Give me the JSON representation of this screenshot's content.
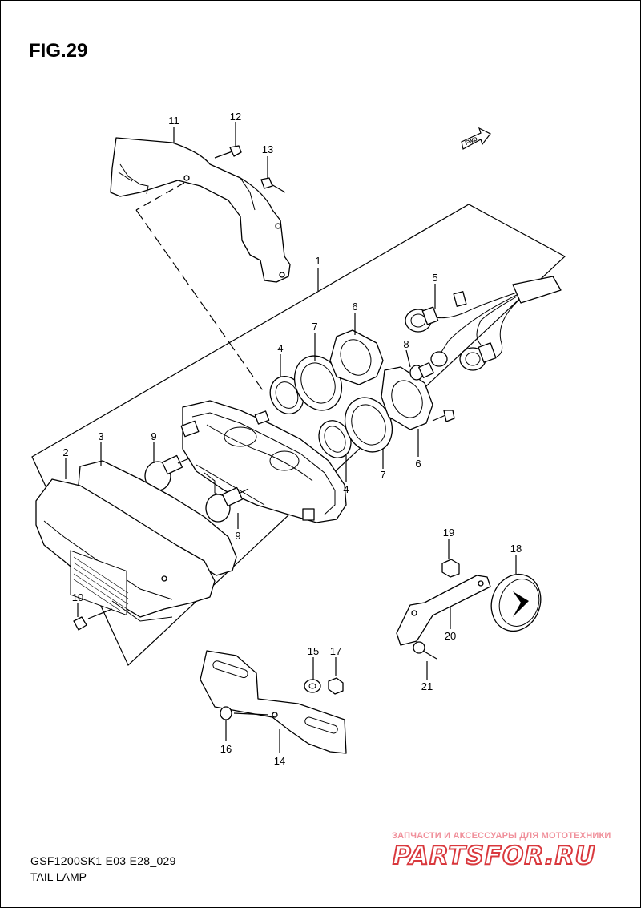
{
  "figure": {
    "title": "FIG.29",
    "code": "GSF1200SK1 E03 E28_029",
    "name": "TAIL LAMP"
  },
  "fwd_label": "FWD",
  "watermark": {
    "small": "ЗАПЧАСТИ И АКСЕССУАРЫ ДЛЯ МОТОТЕХНИКИ",
    "big": "PARTSFOR.RU",
    "color": "#d9383d"
  },
  "callouts": [
    {
      "id": "c1",
      "label": "1"
    },
    {
      "id": "c2",
      "label": "2"
    },
    {
      "id": "c3",
      "label": "3"
    },
    {
      "id": "c4a",
      "label": "4"
    },
    {
      "id": "c4b",
      "label": "4"
    },
    {
      "id": "c5",
      "label": "5"
    },
    {
      "id": "c6a",
      "label": "6"
    },
    {
      "id": "c6b",
      "label": "6"
    },
    {
      "id": "c7a",
      "label": "7"
    },
    {
      "id": "c7b",
      "label": "7"
    },
    {
      "id": "c8",
      "label": "8"
    },
    {
      "id": "c9a",
      "label": "9"
    },
    {
      "id": "c9b",
      "label": "9"
    },
    {
      "id": "c10",
      "label": "10"
    },
    {
      "id": "c11",
      "label": "11"
    },
    {
      "id": "c12",
      "label": "12"
    },
    {
      "id": "c13",
      "label": "13"
    },
    {
      "id": "c14",
      "label": "14"
    },
    {
      "id": "c15",
      "label": "15"
    },
    {
      "id": "c16",
      "label": "16"
    },
    {
      "id": "c17",
      "label": "17"
    },
    {
      "id": "c18",
      "label": "18"
    },
    {
      "id": "c19",
      "label": "19"
    },
    {
      "id": "c20",
      "label": "20"
    },
    {
      "id": "c21",
      "label": "21"
    }
  ]
}
